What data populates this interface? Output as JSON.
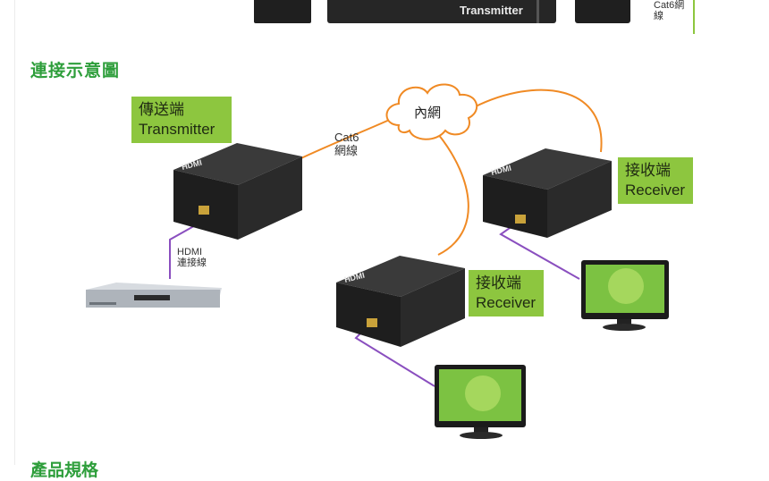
{
  "top_strip": {
    "transmitter_label": "Transmitter",
    "cable_label_line1": "Cat6網",
    "cable_label_line2": "線"
  },
  "section": {
    "title": "連接示意圖",
    "next_title": "產品規格"
  },
  "diagram": {
    "transmitter_label_line1": "傳送端",
    "transmitter_label_line2": "Transmitter",
    "receiver_label_line1": "接收端",
    "receiver_label_line2": "Receiver",
    "cable_label_line1": "Cat6",
    "cable_label_line2": "網線",
    "hdmi_label_line1": "HDMI",
    "hdmi_label_line2": "連接線",
    "network_label": "內網",
    "device_brand": "HDMI",
    "device_model_tx": "Transmitter",
    "device_model_rx": "Receiver"
  },
  "colors": {
    "accent_green": "#8dc63f",
    "title_green": "#2e9e3b",
    "cable_orange": "#f08a24",
    "hdmi_purple": "#8a4fbf"
  }
}
